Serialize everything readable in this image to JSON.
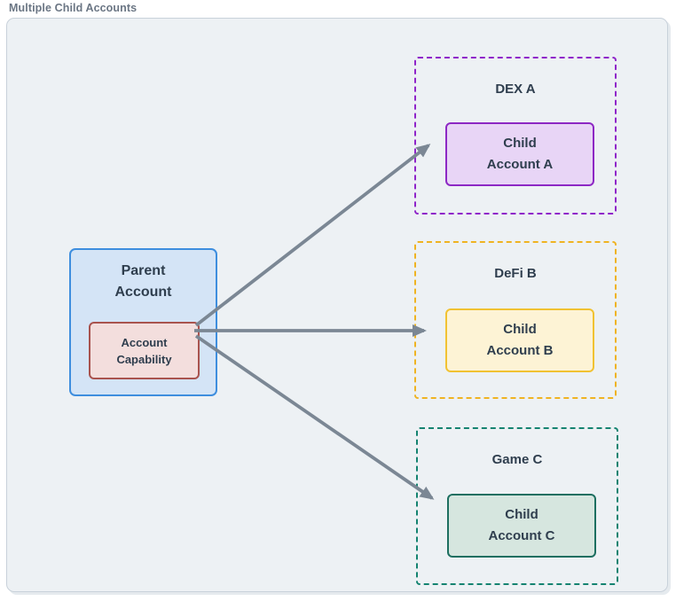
{
  "diagram": {
    "title": "Multiple Child Accounts",
    "parent": {
      "label": [
        "Parent",
        "Account"
      ],
      "capability": [
        "Account",
        "Capability"
      ]
    },
    "children": [
      {
        "group": "DEX A",
        "label": [
          "Child",
          "Account A"
        ],
        "accent": "#8d28c4",
        "fill": "#e8d5f6"
      },
      {
        "group": "DeFi B",
        "label": [
          "Child",
          "Account B"
        ],
        "accent": "#f1c232",
        "fill": "#fdf3d5"
      },
      {
        "group": "Game C",
        "label": [
          "Child",
          "Account C"
        ],
        "accent": "#1d6f60",
        "fill": "#d6e6df"
      }
    ],
    "colors": {
      "canvas_bg": "#edf1f4",
      "frame_border": "#c8d1da",
      "parent_fill": "#d4e4f6",
      "parent_border": "#3e8ede",
      "capability_fill": "#f3dedd",
      "capability_border": "#a9534e",
      "arrow": "#7b8794",
      "node_text": "#2f3e4e",
      "title_text": "#6b7684",
      "dex_dash": "#8f25c9",
      "defi_dash": "#efb322",
      "game_dash": "#148370"
    }
  }
}
